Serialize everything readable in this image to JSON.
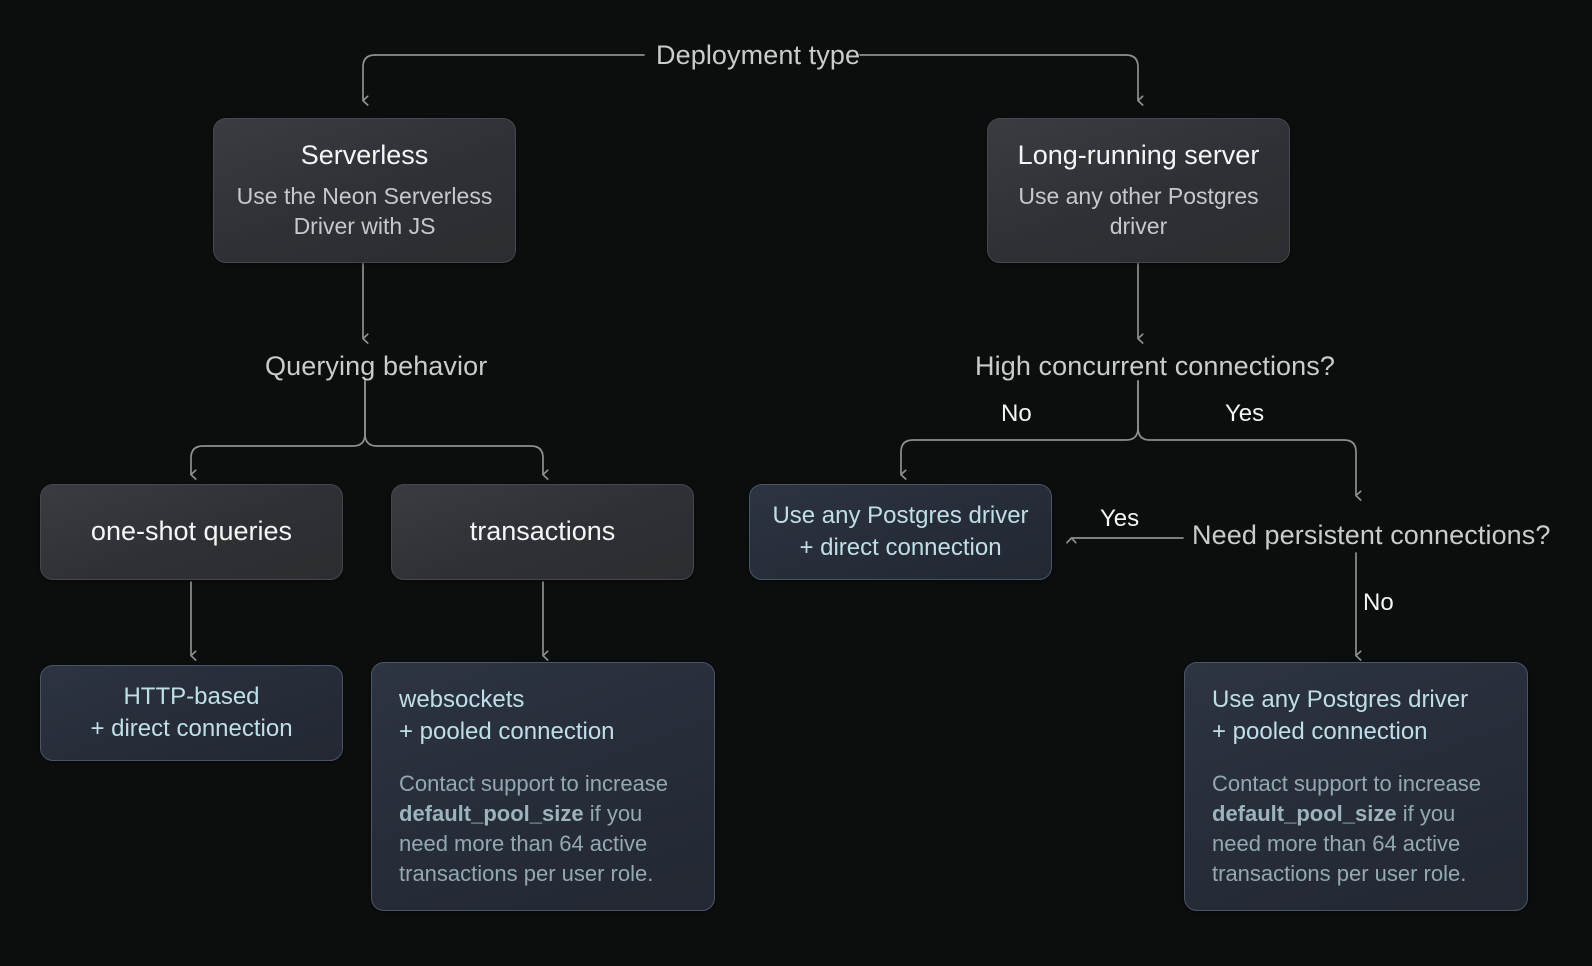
{
  "diagram": {
    "title": "Deployment type",
    "background_color": "#0c0d0d",
    "connector_color": "#8d8f91",
    "accent_text_color": "#bfdfe8"
  },
  "root": {
    "label": "Deployment type"
  },
  "decisions": {
    "querying_behavior": "Querying behavior",
    "high_concurrent": "High concurrent connections?",
    "need_persistent": "Need persistent connections?"
  },
  "edges": {
    "hc_no": "No",
    "hc_yes": "Yes",
    "np_yes": "Yes",
    "np_no": "No"
  },
  "nodes": {
    "serverless": {
      "title": "Serverless",
      "subtitle": "Use the Neon Serverless Driver with JS"
    },
    "long_running": {
      "title": "Long-running server",
      "subtitle": "Use any other Postgres driver"
    },
    "one_shot": {
      "title": "one-shot queries"
    },
    "transactions": {
      "title": "transactions"
    },
    "http_based": {
      "line1": "HTTP-based",
      "line2": "+ direct connection"
    },
    "pg_direct": {
      "line1": "Use any Postgres driver",
      "line2": "+ direct connection"
    },
    "websockets": {
      "line1": "websockets",
      "line2": "+ pooled connection",
      "note_pre": "Contact support to increase ",
      "note_bold": "default_pool_size",
      "note_post": " if you need more than 64 active transactions per user role."
    },
    "pg_pooled": {
      "line1": "Use any Postgres driver",
      "line2": "+ pooled connection",
      "note_pre": "Contact support to increase ",
      "note_bold": "default_pool_size",
      "note_post": " if you need more than 64 active transactions per user role."
    }
  }
}
